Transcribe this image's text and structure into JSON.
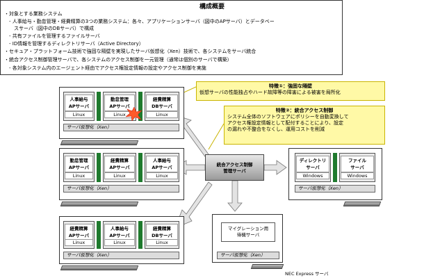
{
  "overview": {
    "title": "構成概要",
    "lines": [
      "・対象とする業務システム",
      "　- 人事給与・勤怠管理・経費精算の3つの業務システム：各々、アプリケーションサーバ（図中のAPサーバ）とデータベー",
      "　　スサーバ（図中のDBサーバ）で構成",
      "　- 共有ファイルを管理するファイルサーバ",
      "　- ID情報を管理するディレクトリサーバ（Active Directory）",
      "・セキュア・プラットフォーム技術で強固な隔壁を実現したサーバ仮想化（Xen）技術で、各システムをサーバ統合",
      "・統合アクセス制御管理サーバで、各システムのアクセス制御を一元管理（通常は個別のサーバで構築）",
      "　- 各対象システム内のエージェント経由でアクセス権設定情報の設定やアクセス制御を実施"
    ]
  },
  "os": {
    "linux": "Linux",
    "windows": "Windows"
  },
  "xen_label": "サーバ仮想化（Xen）",
  "host1": {
    "vms": [
      {
        "line1": "人事給与",
        "line2": "APサーバ"
      },
      {
        "line1": "勤怠管理",
        "line2": "APサーバ"
      },
      {
        "line1": "経費精算",
        "line2": "DBサーバ"
      }
    ]
  },
  "host2": {
    "vms": [
      {
        "line1": "勤怠管理",
        "line2": "APサーバ"
      },
      {
        "line1": "経費精算",
        "line2": "APサーバ"
      },
      {
        "line1": "人事給与",
        "line2": "APサーバ"
      }
    ]
  },
  "host3": {
    "vms": [
      {
        "line1": "経費精算",
        "line2": "APサーバ"
      },
      {
        "line1": "人事給与",
        "line2": "APサーバ"
      },
      {
        "line1": "経費精算",
        "line2": "DBサーバ"
      }
    ]
  },
  "host4": {
    "vms": [
      {
        "line1": "ディレクトリ",
        "line2": "サーバ"
      },
      {
        "line1": "ファイル",
        "line2": "サーバ"
      }
    ]
  },
  "callout1": {
    "title": "特徴①：強固な隔壁",
    "body": "仮想サーバの性能独占やハード故障等の障害による被害を局所化"
  },
  "callout2": {
    "title": "特徴②：統合アクセス制御",
    "lines": [
      "システム全体のソフトウェアにポリシーを自動変換して",
      "アクセス権設定情報として配付することにより、設定",
      "の漏れや不整合をなくし、運用コストを削減"
    ]
  },
  "mgmt": {
    "line1": "統合アクセス制御",
    "line2": "管理サーバ"
  },
  "migration": {
    "line1": "マイグレーション用",
    "line2": "待機サーバ"
  },
  "nec_label": "NEC Express サーバ"
}
